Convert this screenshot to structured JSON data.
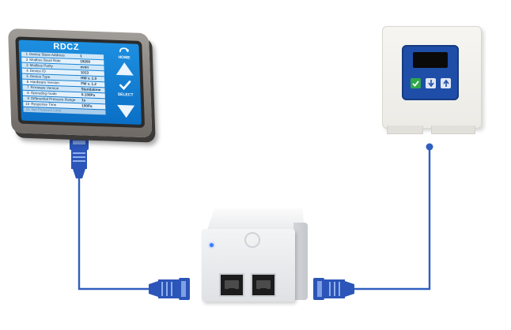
{
  "display": {
    "title": "RDCZ",
    "rows": [
      {
        "num": "1",
        "label": "Device Slave Address",
        "value": "1"
      },
      {
        "num": "2",
        "label": "Modbus Baud Rate",
        "value": "19200"
      },
      {
        "num": "3",
        "label": "Modbus Parity",
        "value": "even"
      },
      {
        "num": "4",
        "label": "Device ID",
        "value": "1013"
      },
      {
        "num": "5",
        "label": "Device Type",
        "value": "HW v. 1.0"
      },
      {
        "num": "6",
        "label": "Hardware Version",
        "value": "FW v. 1.2"
      },
      {
        "num": "7",
        "label": "Firmware Version",
        "value": "Standalone"
      },
      {
        "num": "8",
        "label": "Operating mode",
        "value": "0-100Pa"
      },
      {
        "num": "9",
        "label": "Differential Pressure Range",
        "value": "1s"
      },
      {
        "num": "10",
        "label": "Response Time",
        "value": "100Pa"
      },
      {
        "num": "11",
        "label": "Set Pressure Limit",
        "value": ""
      }
    ],
    "side_labels": {
      "home": "HOME",
      "select": "SELECT"
    }
  },
  "colors": {
    "cable": "#2f5fbf",
    "connector": "#2b55b8",
    "screen": "#0b6fc6",
    "controller_panel": "#1f4ea8"
  },
  "icons": [
    "home-icon",
    "checkmark-icon",
    "arrow-up-icon",
    "arrow-down-icon",
    "rj45-connector-icon"
  ]
}
